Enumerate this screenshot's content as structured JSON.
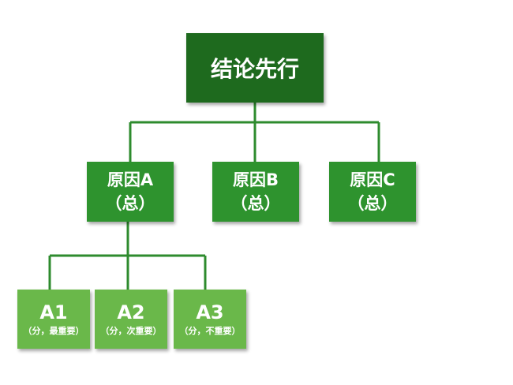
{
  "diagram": {
    "root": {
      "label": "结论先行"
    },
    "causes": [
      {
        "title": "原因A",
        "note": "（总）"
      },
      {
        "title": "原因B",
        "note": "（总）"
      },
      {
        "title": "原因C",
        "note": "（总）"
      }
    ],
    "subpoints": [
      {
        "title": "A1",
        "note": "（分，最重要）"
      },
      {
        "title": "A2",
        "note": "（分，次重要）"
      },
      {
        "title": "A3",
        "note": "（分，不重要）"
      }
    ]
  },
  "colors": {
    "root_fill": "#1e6a1e",
    "cause_fill": "#2e932e",
    "subpoint_fill": "#6ab84a",
    "connector": "#2e8b2e",
    "text": "#ffffff"
  }
}
